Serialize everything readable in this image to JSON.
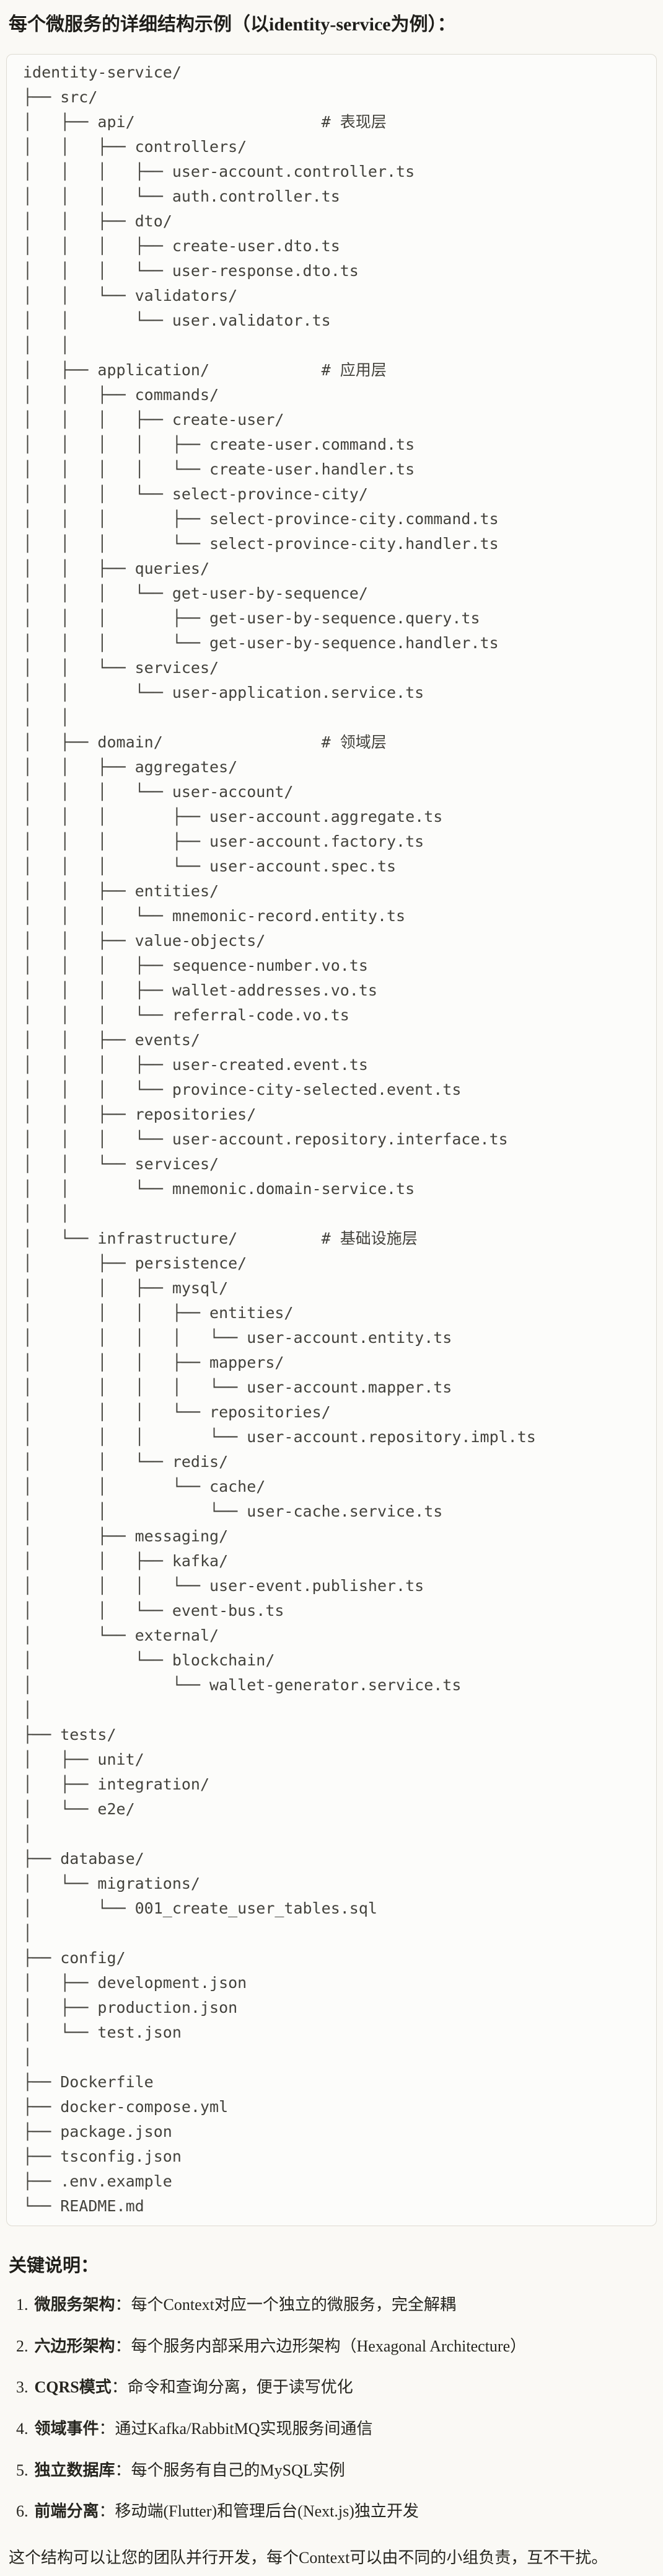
{
  "page": {
    "title": "每个微服务的详细结构示例（以identity-service为例）：",
    "colors": {
      "background": "#FAF9F5",
      "code_block_background": "#FCFCFA",
      "code_block_border": "#DEDBD2",
      "text": "#26251F",
      "code_text": "#43423C"
    }
  },
  "tree": {
    "lines": [
      "identity-service/",
      "├── src/",
      "│   ├── api/                    # 表现层",
      "│   │   ├── controllers/",
      "│   │   │   ├── user-account.controller.ts",
      "│   │   │   └── auth.controller.ts",
      "│   │   ├── dto/",
      "│   │   │   ├── create-user.dto.ts",
      "│   │   │   └── user-response.dto.ts",
      "│   │   └── validators/",
      "│   │       └── user.validator.ts",
      "│   │",
      "│   ├── application/            # 应用层",
      "│   │   ├── commands/",
      "│   │   │   ├── create-user/",
      "│   │   │   │   ├── create-user.command.ts",
      "│   │   │   │   └── create-user.handler.ts",
      "│   │   │   └── select-province-city/",
      "│   │   │       ├── select-province-city.command.ts",
      "│   │   │       └── select-province-city.handler.ts",
      "│   │   ├── queries/",
      "│   │   │   └── get-user-by-sequence/",
      "│   │   │       ├── get-user-by-sequence.query.ts",
      "│   │   │       └── get-user-by-sequence.handler.ts",
      "│   │   └── services/",
      "│   │       └── user-application.service.ts",
      "│   │",
      "│   ├── domain/                 # 领域层",
      "│   │   ├── aggregates/",
      "│   │   │   └── user-account/",
      "│   │   │       ├── user-account.aggregate.ts",
      "│   │   │       ├── user-account.factory.ts",
      "│   │   │       └── user-account.spec.ts",
      "│   │   ├── entities/",
      "│   │   │   └── mnemonic-record.entity.ts",
      "│   │   ├── value-objects/",
      "│   │   │   ├── sequence-number.vo.ts",
      "│   │   │   ├── wallet-addresses.vo.ts",
      "│   │   │   └── referral-code.vo.ts",
      "│   │   ├── events/",
      "│   │   │   ├── user-created.event.ts",
      "│   │   │   └── province-city-selected.event.ts",
      "│   │   ├── repositories/",
      "│   │   │   └── user-account.repository.interface.ts",
      "│   │   └── services/",
      "│   │       └── mnemonic.domain-service.ts",
      "│   │",
      "│   └── infrastructure/         # 基础设施层",
      "│       ├── persistence/",
      "│       │   ├── mysql/",
      "│       │   │   ├── entities/",
      "│       │   │   │   └── user-account.entity.ts",
      "│       │   │   ├── mappers/",
      "│       │   │   │   └── user-account.mapper.ts",
      "│       │   │   └── repositories/",
      "│       │   │       └── user-account.repository.impl.ts",
      "│       │   └── redis/",
      "│       │       └── cache/",
      "│       │           └── user-cache.service.ts",
      "│       ├── messaging/",
      "│       │   ├── kafka/",
      "│       │   │   └── user-event.publisher.ts",
      "│       │   └── event-bus.ts",
      "│       └── external/",
      "│           └── blockchain/",
      "│               └── wallet-generator.service.ts",
      "│",
      "├── tests/",
      "│   ├── unit/",
      "│   ├── integration/",
      "│   └── e2e/",
      "│",
      "├── database/",
      "│   └── migrations/",
      "│       └── 001_create_user_tables.sql",
      "│",
      "├── config/",
      "│   ├── development.json",
      "│   ├── production.json",
      "│   └── test.json",
      "│",
      "├── Dockerfile",
      "├── docker-compose.yml",
      "├── package.json",
      "├── tsconfig.json",
      "├── .env.example",
      "└── README.md"
    ]
  },
  "notes": {
    "heading": "关键说明：",
    "items": [
      {
        "marker": "1.",
        "label": "微服务架构",
        "text": "：每个Context对应一个独立的微服务，完全解耦"
      },
      {
        "marker": "2.",
        "label": "六边形架构",
        "text": "：每个服务内部采用六边形架构（Hexagonal Architecture）"
      },
      {
        "marker": "3.",
        "label": "CQRS模式",
        "text": "：命令和查询分离，便于读写优化"
      },
      {
        "marker": "4.",
        "label": "领域事件",
        "text": "：通过Kafka/RabbitMQ实现服务间通信"
      },
      {
        "marker": "5.",
        "label": "独立数据库",
        "text": "：每个服务有自己的MySQL实例"
      },
      {
        "marker": "6.",
        "label": "前端分离",
        "text": "：移动端(Flutter)和管理后台(Next.js)独立开发"
      }
    ],
    "footer": "这个结构可以让您的团队并行开发，每个Context可以由不同的小组负责，互不干扰。"
  }
}
